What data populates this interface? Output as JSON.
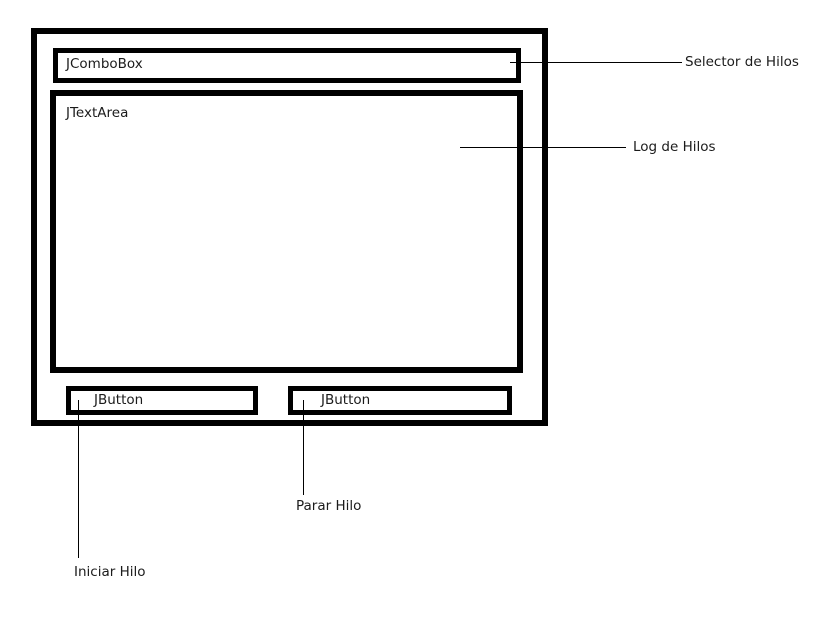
{
  "window": {
    "name": "mockup-window-frame",
    "combo": {
      "label": "JComboBox",
      "annotation": "Selector de Hilos"
    },
    "textarea": {
      "label": "JTextArea",
      "annotation": "Log de Hilos"
    },
    "buttons": [
      {
        "label": "JButton",
        "annotation": "Iniciar Hilo"
      },
      {
        "label": "JButton",
        "annotation": "Parar Hilo"
      }
    ]
  },
  "colors": {
    "stroke": "#000000",
    "text": "#1b1b1b",
    "background": "#ffffff"
  }
}
